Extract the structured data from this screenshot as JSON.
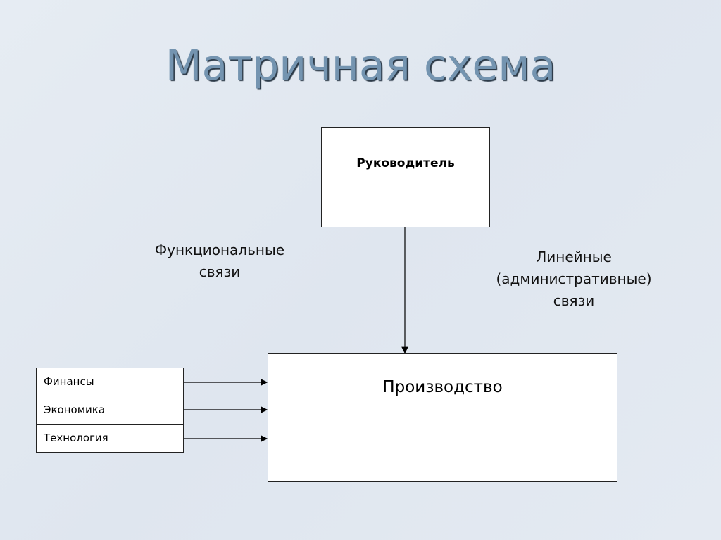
{
  "title": "Матричная схема",
  "head_box": "Руководитель",
  "production_box": "Производство",
  "departments": [
    "Финансы",
    "Экономика",
    "Технология"
  ],
  "functional_label": [
    "Функциональные",
    "связи"
  ],
  "linear_label": [
    "Линейные",
    "(административные)",
    "связи"
  ]
}
